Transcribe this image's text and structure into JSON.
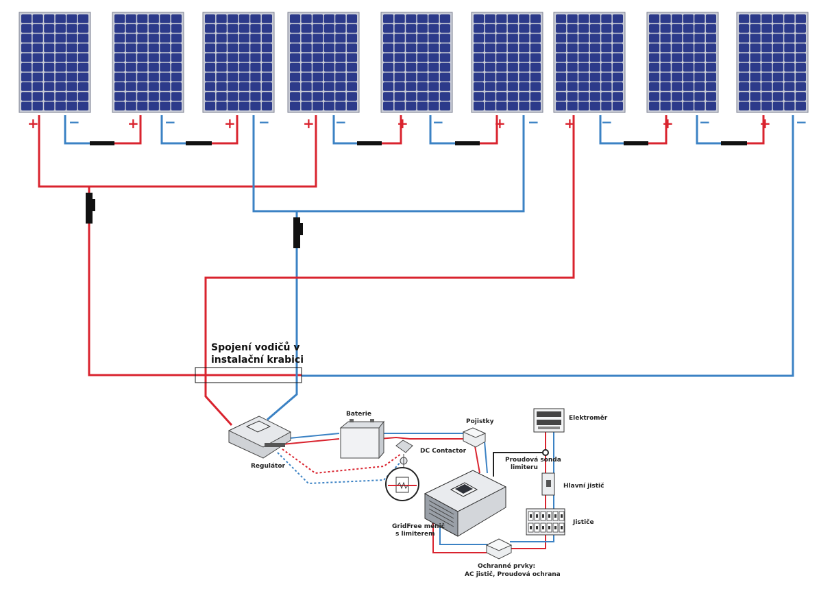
{
  "panels": {
    "count": 9,
    "plus_sign": "+",
    "minus_sign": "−"
  },
  "junction": {
    "label_line1": "Spojení vodičů v",
    "label_line2": "instalační krabici"
  },
  "components": {
    "regulator": "Regulátor",
    "battery": "Baterie",
    "dc_contactor": "DC Contactor",
    "fuses": "Pojistky",
    "meter": "Elektroměr",
    "probe_line1": "Proudová sonda",
    "probe_line2": "limiteru",
    "main_breaker": "Hlavní jistič",
    "breakers": "Jističe",
    "inverter_line1": "GridFree měnič",
    "inverter_line2": "s limiterem",
    "protection_line1": "Ochranné prvky:",
    "protection_line2": "AC jistič, Proudová ochrana"
  },
  "colors": {
    "positive_wire": "#d9232e",
    "negative_wire": "#3b82c4",
    "panel_cell": "#2c3a8a",
    "panel_frame": "#c9ccd6"
  }
}
